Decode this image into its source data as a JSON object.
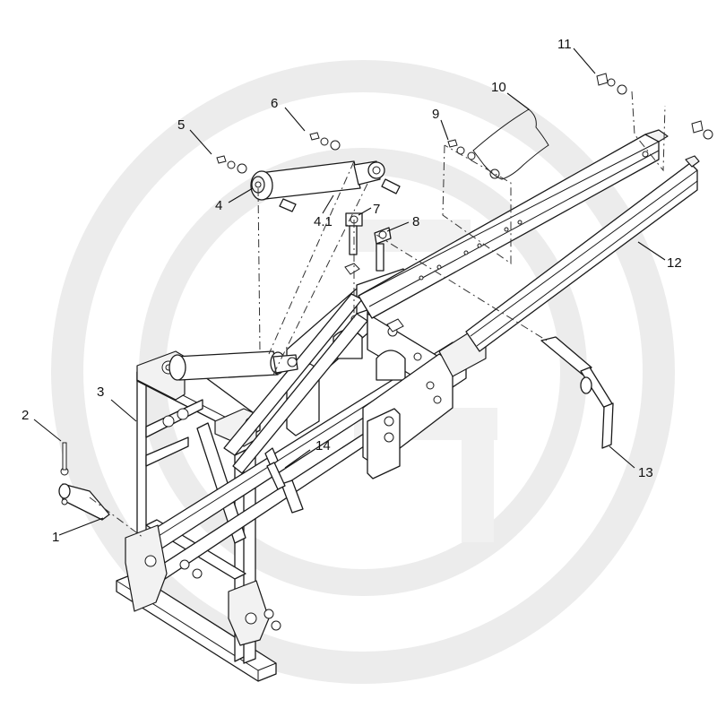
{
  "diagram": {
    "callouts": [
      {
        "id": "c1",
        "text": "1"
      },
      {
        "id": "c2",
        "text": "2"
      },
      {
        "id": "c3",
        "text": "3"
      },
      {
        "id": "c4",
        "text": "4"
      },
      {
        "id": "c41",
        "text": "4.1"
      },
      {
        "id": "c5",
        "text": "5"
      },
      {
        "id": "c6",
        "text": "6"
      },
      {
        "id": "c7",
        "text": "7"
      },
      {
        "id": "c8",
        "text": "8"
      },
      {
        "id": "c9",
        "text": "9"
      },
      {
        "id": "c10",
        "text": "10"
      },
      {
        "id": "c11",
        "text": "11"
      },
      {
        "id": "c12",
        "text": "12"
      },
      {
        "id": "c13",
        "text": "13"
      },
      {
        "id": "c14",
        "text": "14"
      }
    ],
    "colors": {
      "line": "#1a1a1a",
      "watermark": "#ececec",
      "background": "#ffffff"
    }
  }
}
